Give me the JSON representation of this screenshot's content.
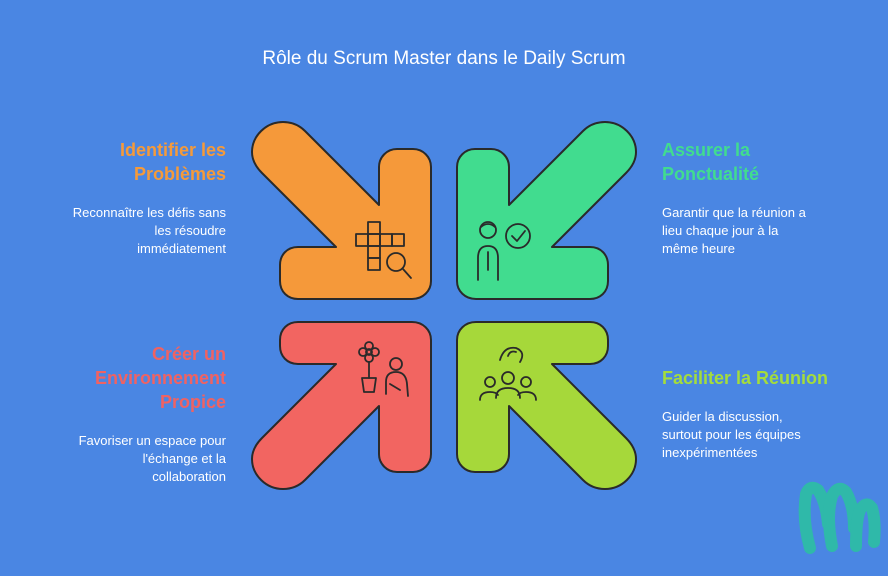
{
  "title": "Rôle du Scrum Master dans le Daily Scrum",
  "quadrants": {
    "top_left": {
      "heading_lines": [
        "Identifier les",
        "Problèmes"
      ],
      "description_lines": [
        "Reconnaître les défis sans",
        "les résoudre",
        "immédiatement"
      ],
      "color": "#f5993a",
      "icon": "puzzle-magnifier-icon"
    },
    "top_right": {
      "heading_lines": [
        "Assurer la",
        "Ponctualité"
      ],
      "description_lines": [
        "Garantir que la réunion a",
        "lieu chaque jour à la",
        "même heure"
      ],
      "color": "#41dc8f",
      "icon": "person-checkmark-icon"
    },
    "bottom_left": {
      "heading_lines": [
        "Créer un",
        "Environnement",
        "Propice"
      ],
      "description_lines": [
        "Favoriser un espace pour",
        "l'échange et la",
        "collaboration"
      ],
      "color": "#f26561",
      "icon": "flower-person-icon"
    },
    "bottom_right": {
      "heading_lines": [
        "Faciliter la Réunion"
      ],
      "description_lines": [
        "Guider la discussion,",
        "surtout pour les équipes",
        "inexpérimentées"
      ],
      "color": "#a6d83a",
      "icon": "team-discussion-icon"
    }
  },
  "colors": {
    "background": "#4a86e3",
    "logo": "#2fb9a9"
  }
}
